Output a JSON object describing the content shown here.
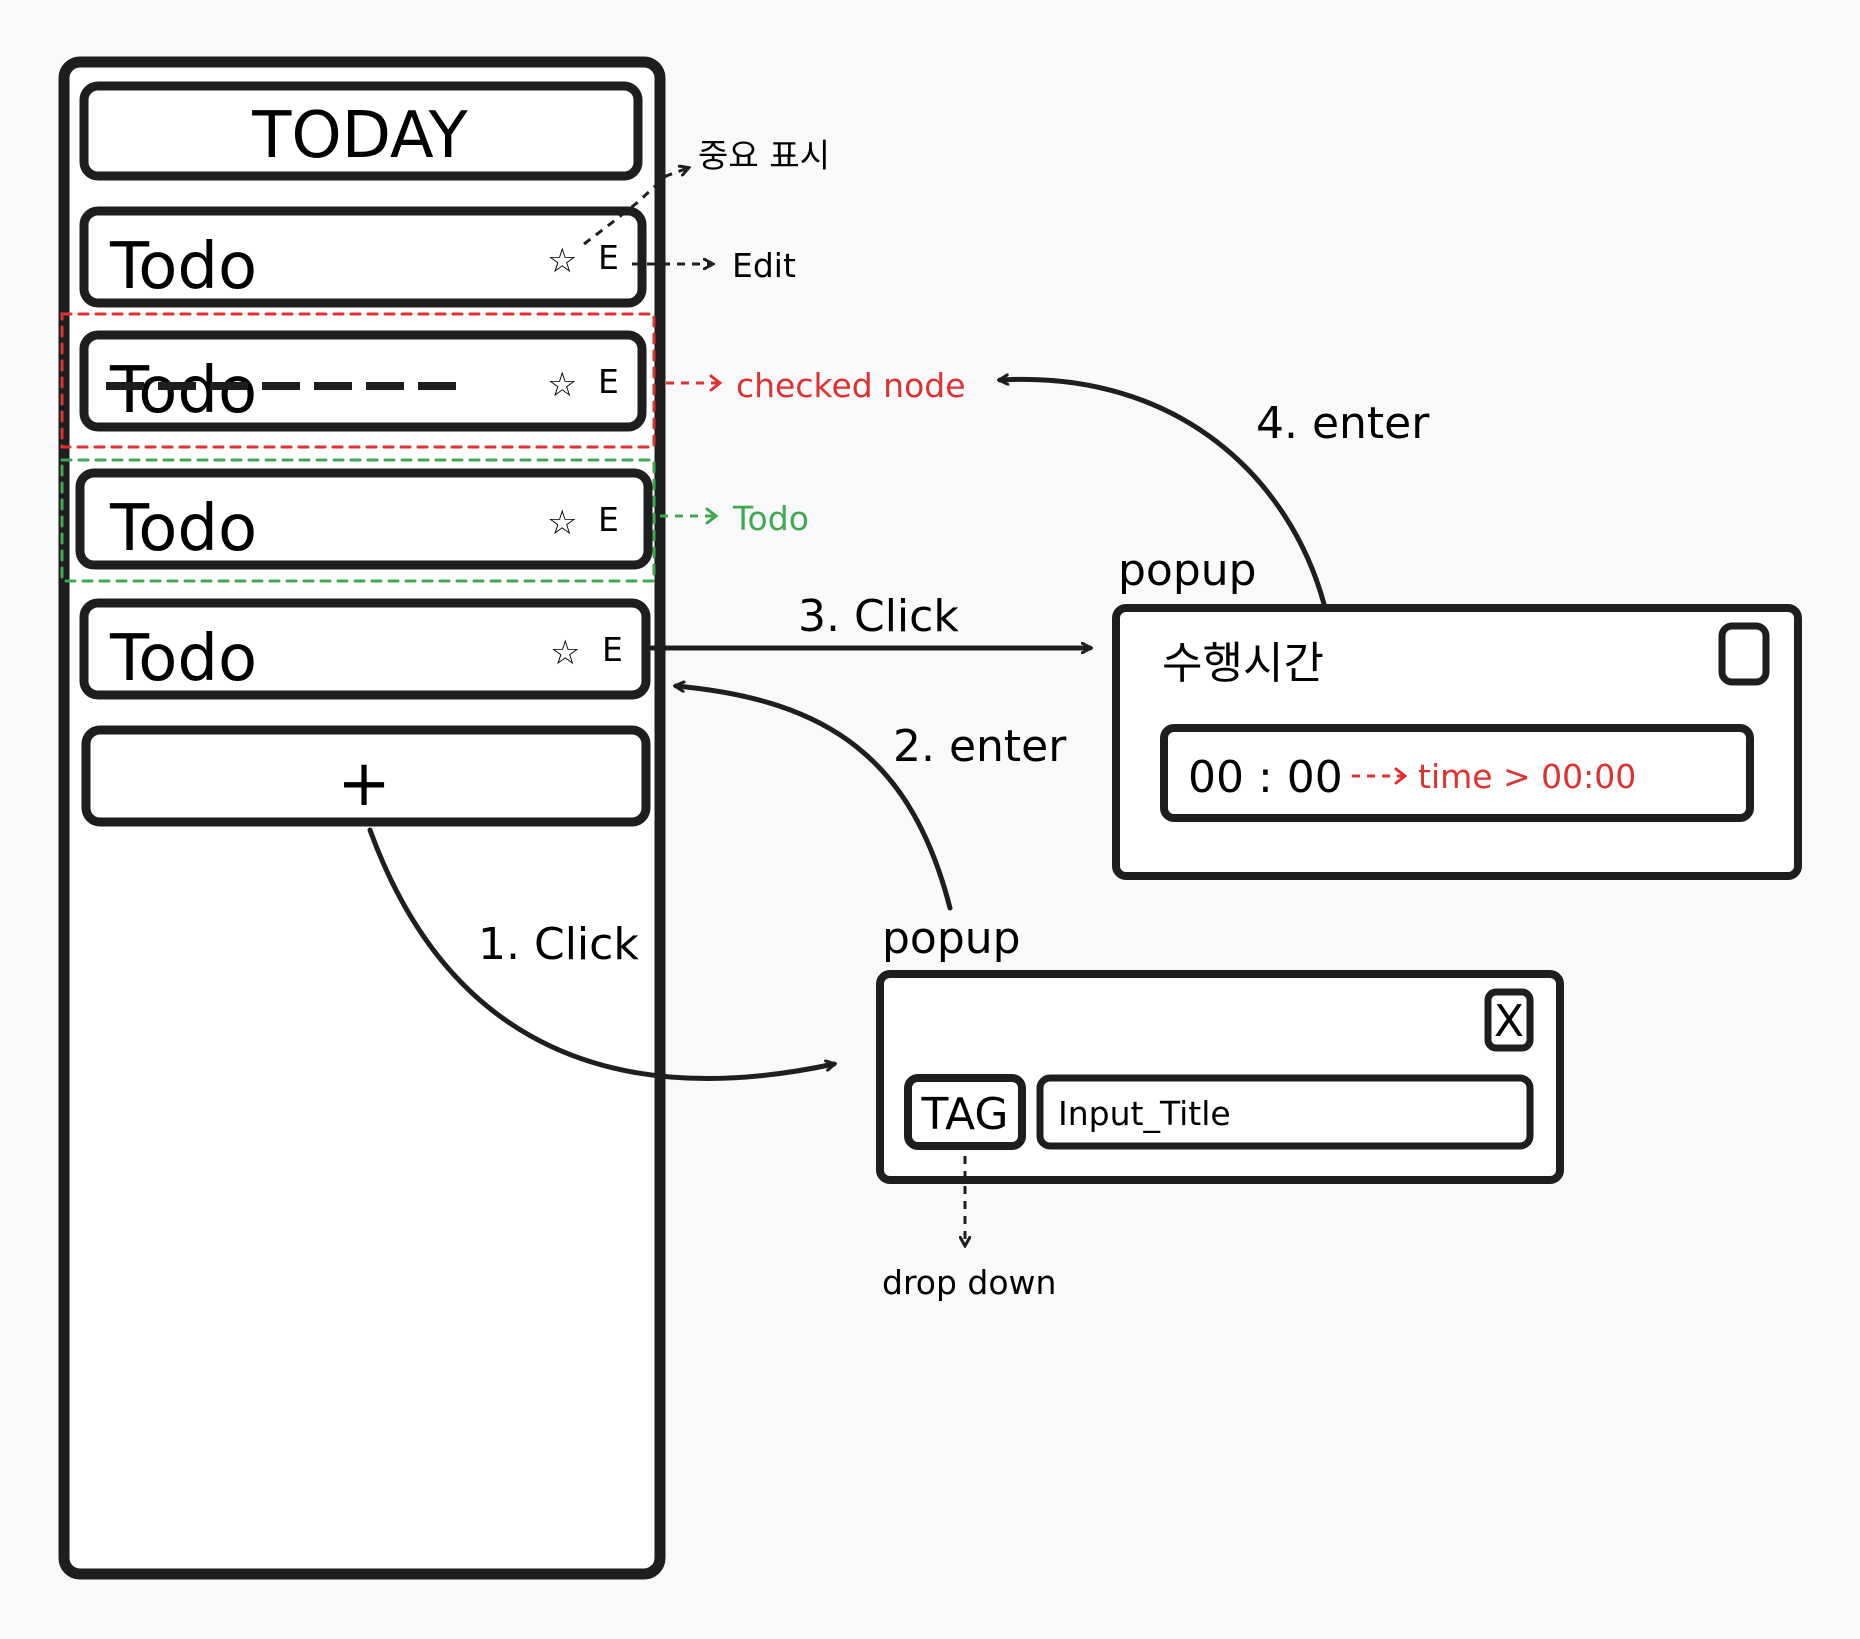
{
  "colors": {
    "ink": "#1e1e1e",
    "checked": "#e03131",
    "todo": "#40a950",
    "background": "#f8f9fb"
  },
  "panel": {
    "header": "TODAY",
    "items": [
      {
        "label": "Todo",
        "star": "☆",
        "edit": "E",
        "state": "normal"
      },
      {
        "label": "Todo",
        "star": "☆",
        "edit": "E",
        "state": "checked"
      },
      {
        "label": "Todo",
        "star": "☆",
        "edit": "E",
        "state": "todo"
      },
      {
        "label": "Todo",
        "star": "☆",
        "edit": "E",
        "state": "normal"
      }
    ],
    "add_label": "+"
  },
  "annotations": {
    "important": "중요 표시",
    "edit": "Edit",
    "checked_node": "checked node",
    "todo": "Todo"
  },
  "flow": {
    "step1": "1. Click",
    "step2": "2. enter",
    "step3": "3. Click",
    "step4": "4. enter"
  },
  "popup_add": {
    "title": "popup",
    "close": "X",
    "tag": "TAG",
    "input": "Input_Title",
    "dropdown_note": "drop down"
  },
  "popup_time": {
    "title": "popup",
    "heading": "수행시간",
    "time": "00 : 00",
    "time_note": "time > 00:00"
  }
}
